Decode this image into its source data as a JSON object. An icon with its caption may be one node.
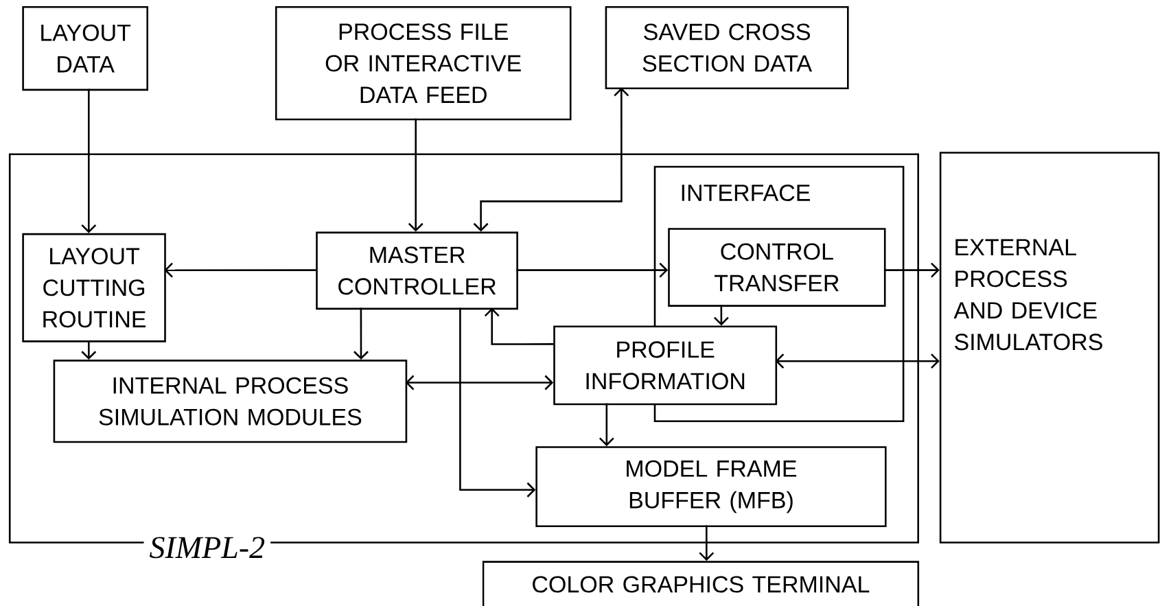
{
  "diagram": {
    "nodes": [
      {
        "text": [
          "SIMPL-2"
        ]
      },
      {
        "text": [
          "LAYOUT DATA"
        ]
      },
      {
        "text": [
          "PROCESS FILE OR INTERACTIVE DATA FEED"
        ]
      },
      {
        "text": [
          "SAVED CROSS SECTION DATA"
        ]
      },
      {
        "text": [
          "INTERFACE"
        ],
        "in": 0
      },
      {
        "text": [
          "LAYOUT CUTTING ROUTINE"
        ],
        "in": 0
      },
      {
        "text": [
          "MASTER CONTROLLER"
        ],
        "in": 0
      },
      {
        "text": [
          "CONTROL TRANSFER"
        ],
        "in": 4
      },
      {
        "text": [
          "INTERNAL PROCESS SIMULATION MODULES"
        ],
        "in": 0
      },
      {
        "text": [
          "PROFILE INFORMATION"
        ],
        "in": 0
      },
      {
        "text": [
          "MODEL FRAME BUFFER (MFB)"
        ],
        "in": 0
      },
      {
        "text": [
          "EXTERNAL PROCESS AND DEVICE SIMULATORS"
        ]
      },
      {
        "text": [
          "COLOR GRAPHICS TERMINAL"
        ]
      }
    ],
    "edges": [
      {
        "from": 1,
        "to": 5,
        "arrow": "to"
      },
      {
        "from": 2,
        "to": 6,
        "arrow": "to"
      },
      {
        "from": 6,
        "to": 3,
        "arrow": "both"
      },
      {
        "from": 6,
        "to": 5,
        "arrow": "to"
      },
      {
        "from": 6,
        "to": 7,
        "arrow": "to"
      },
      {
        "from": 7,
        "to": 11,
        "arrow": "to"
      },
      {
        "from": 6,
        "to": 8,
        "arrow": "to"
      },
      {
        "from": 5,
        "to": 8,
        "arrow": "to"
      },
      {
        "from": 8,
        "to": 9,
        "arrow": "both"
      },
      {
        "from": 9,
        "to": 6,
        "arrow": "to"
      },
      {
        "from": 6,
        "to": 10,
        "arrow": "to"
      },
      {
        "from": 7,
        "to": 9,
        "arrow": "to"
      },
      {
        "from": 9,
        "to": 11,
        "arrow": "both"
      },
      {
        "from": 9,
        "to": 10,
        "arrow": "to"
      },
      {
        "from": 10,
        "to": 12,
        "arrow": "to"
      }
    ]
  }
}
